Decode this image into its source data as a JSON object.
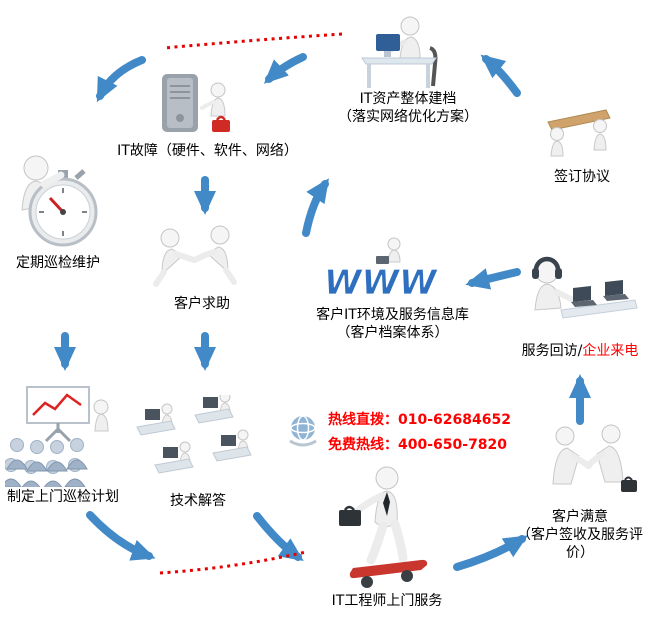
{
  "diagram": {
    "description": "IT service workflow diagram"
  },
  "colors": {
    "arrow_blue": "#4289c8",
    "dotted_red": "#e60000",
    "hotline_red": "#ff0000",
    "www_blue": "#2e6fc0"
  },
  "nodes": {
    "asset_archive": {
      "label": "IT资产整体建档",
      "sublabel": "（落实网络优化方案）"
    },
    "it_fault": {
      "label": "IT故障（硬件、软件、网络）"
    },
    "sign_agreement": {
      "label": "签订协议"
    },
    "regular_inspection": {
      "label": "定期巡检维护"
    },
    "customer_help": {
      "label": "客户求助"
    },
    "it_env_db": {
      "label": "客户IT环境及服务信息库",
      "sublabel": "（客户档案体系）",
      "www": "WWW"
    },
    "service_callback": {
      "label_prefix": "服务回访/",
      "label_highlight": "企业来电"
    },
    "inspection_plan": {
      "label": "制定上门巡检计划"
    },
    "tech_answer": {
      "label": "技术解答"
    },
    "customer_satisfaction": {
      "label": "客户满意",
      "sublabel": "（客户签收及服务评价）"
    },
    "engineer_onsite": {
      "label": "IT工程师上门服务"
    }
  },
  "hotline": {
    "line1": "热线直拨：010-62684652",
    "line2": "免费热线：400-650-7820"
  }
}
